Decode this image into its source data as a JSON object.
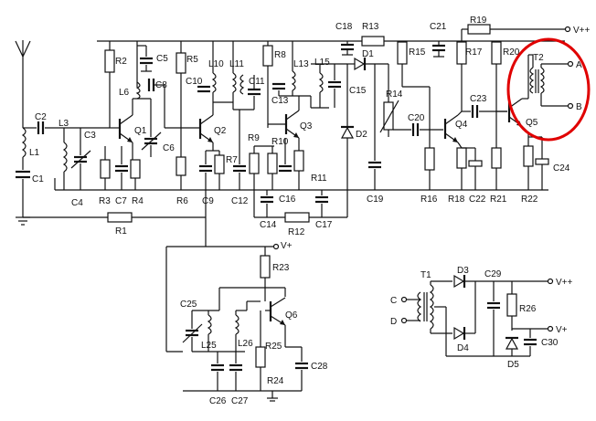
{
  "supply": {
    "vpp": "V++",
    "vp": "V+"
  },
  "outputs": {
    "a": "A",
    "b": "B",
    "c": "C",
    "d": "D"
  },
  "highlight_color": "#e00000",
  "labels": {
    "R1": "R1",
    "R2": "R2",
    "R3": "R3",
    "R4": "R4",
    "R5": "R5",
    "R6": "R6",
    "R7": "R7",
    "R8": "R8",
    "R9": "R9",
    "R10": "R10",
    "R11": "R11",
    "R12": "R12",
    "R13": "R13",
    "R14": "R14",
    "R15": "R15",
    "R16": "R16",
    "R17": "R17",
    "R18": "R18",
    "R19": "R19",
    "R20": "R20",
    "R21": "R21",
    "R22": "R22",
    "R23": "R23",
    "R24": "R24",
    "R25": "R25",
    "R26": "R26",
    "C1": "C1",
    "C2": "C2",
    "C3": "C3",
    "C4": "C4",
    "C5": "C5",
    "C6": "C6",
    "C7": "C7",
    "C8": "C8",
    "C9": "C9",
    "C10": "C10",
    "C11": "C11",
    "C12": "C12",
    "C13": "C13",
    "C14": "C14",
    "C15": "C15",
    "C16": "C16",
    "C17": "C17",
    "C18": "C18",
    "C19": "C19",
    "C20": "C20",
    "C21": "C21",
    "C22": "C22",
    "C23": "C23",
    "C24": "C24",
    "C25": "C25",
    "C26": "C26",
    "C27": "C27",
    "C28": "C28",
    "C29": "C29",
    "C30": "C30",
    "L1": "L1",
    "L3": "L3",
    "L6": "L6",
    "L10": "L10",
    "L11": "L11",
    "L13": "L13",
    "L15": "L15",
    "L25": "L25",
    "L26": "L26",
    "Q1": "Q1",
    "Q2": "Q2",
    "Q3": "Q3",
    "Q4": "Q4",
    "Q5": "Q5",
    "Q6": "Q6",
    "D1": "D1",
    "D2": "D2",
    "D3": "D3",
    "D4": "D4",
    "D5": "D5",
    "T1": "T1",
    "T2": "T2"
  }
}
